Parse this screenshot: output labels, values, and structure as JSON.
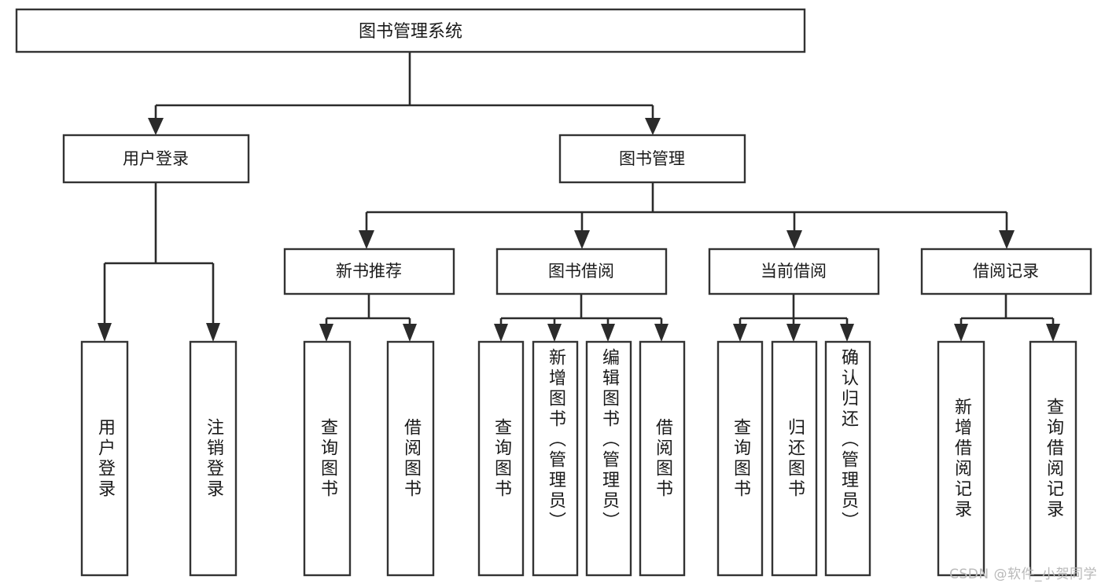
{
  "diagram": {
    "type": "tree",
    "title": "图书管理系统",
    "orientation": "top-down",
    "colors": {
      "box_fill": "#ffffff",
      "box_stroke": "#333333",
      "connector": "#2b2b2b",
      "text": "#1a1a1a",
      "watermark": "#b9b9b9",
      "background": "#ffffff"
    },
    "root": {
      "label": "图书管理系统"
    },
    "level2": [
      {
        "id": "user-login",
        "label": "用户登录"
      },
      {
        "id": "book-manage",
        "label": "图书管理"
      }
    ],
    "level3": [
      {
        "id": "new-book-recommend",
        "label": "新书推荐",
        "parent": "book-manage"
      },
      {
        "id": "book-borrow",
        "label": "图书借阅",
        "parent": "book-manage"
      },
      {
        "id": "current-borrow",
        "label": "当前借阅",
        "parent": "book-manage"
      },
      {
        "id": "borrow-record",
        "label": "借阅记录",
        "parent": "book-manage"
      }
    ],
    "leaves": {
      "user-login": [
        {
          "id": "leaf-user-login",
          "label": "用户登录"
        },
        {
          "id": "leaf-logout",
          "label": "注销登录"
        }
      ],
      "new-book-recommend": [
        {
          "id": "leaf-query-book-1",
          "label": "查询图书"
        },
        {
          "id": "leaf-borrow-book-1",
          "label": "借阅图书"
        }
      ],
      "book-borrow": [
        {
          "id": "leaf-query-book-2",
          "label": "查询图书"
        },
        {
          "id": "leaf-add-book",
          "label": "新增图书（管理员）"
        },
        {
          "id": "leaf-edit-book",
          "label": "编辑图书（管理员）"
        },
        {
          "id": "leaf-borrow-book-2",
          "label": "借阅图书"
        }
      ],
      "current-borrow": [
        {
          "id": "leaf-query-book-3",
          "label": "查询图书"
        },
        {
          "id": "leaf-return-book",
          "label": "归还图书"
        },
        {
          "id": "leaf-confirm-return",
          "label": "确认归还（管理员）"
        }
      ],
      "borrow-record": [
        {
          "id": "leaf-add-record",
          "label": "新增借阅记录"
        },
        {
          "id": "leaf-query-record",
          "label": "查询借阅记录"
        }
      ]
    }
  },
  "watermark": {
    "text": "CSDN @软件_小贺同学"
  }
}
